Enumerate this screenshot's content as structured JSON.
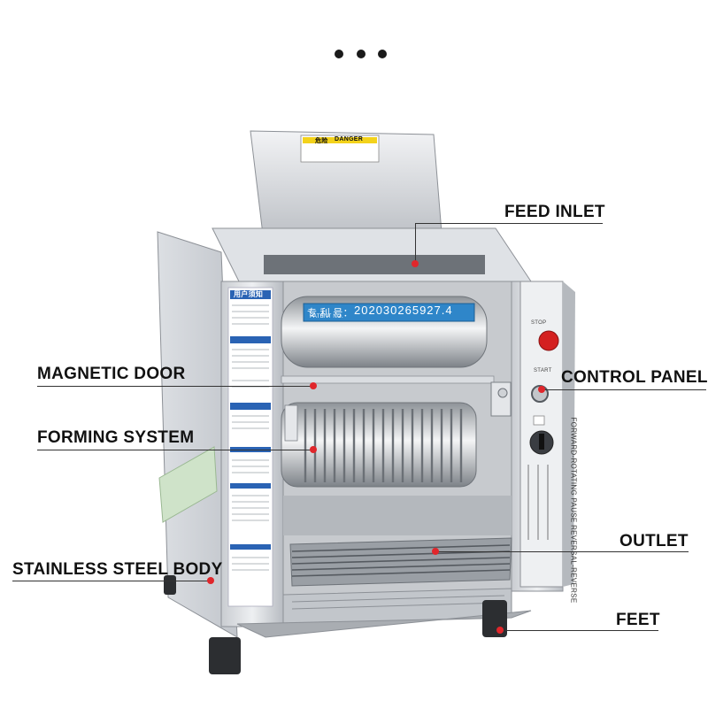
{
  "header": {
    "dots": [
      "•",
      "•",
      "•"
    ]
  },
  "machine": {
    "patent_label": "专 利 号：",
    "patent_sub": "PATENT NO.",
    "patent_number": "202030265927.4",
    "danger_label": "DANGER",
    "danger_cn": "危险",
    "stop_label": "STOP",
    "start_label": "START",
    "panel_text": "FORWARD-ROTATING PAUSE REVERSAL-REVERSE",
    "manual_heading": "用户须知"
  },
  "callouts": [
    {
      "id": "feed-inlet",
      "text": "FEED INLET"
    },
    {
      "id": "magnetic-door",
      "text": "MAGNETIC DOOR"
    },
    {
      "id": "control-panel",
      "text": "CONTROL PANEL"
    },
    {
      "id": "forming-system",
      "text": "FORMING SYSTEM"
    },
    {
      "id": "outlet",
      "text": "OUTLET"
    },
    {
      "id": "stainless-steel-body",
      "text": "STAINLESS STEEL BODY"
    },
    {
      "id": "feet",
      "text": "FEET"
    }
  ],
  "colors": {
    "pin": "#e0262b",
    "patent_plate": "#2f86c9",
    "steel_light": "#e8e9ec",
    "steel_dark": "#9ea2a8",
    "stop_button": "#d42020"
  }
}
